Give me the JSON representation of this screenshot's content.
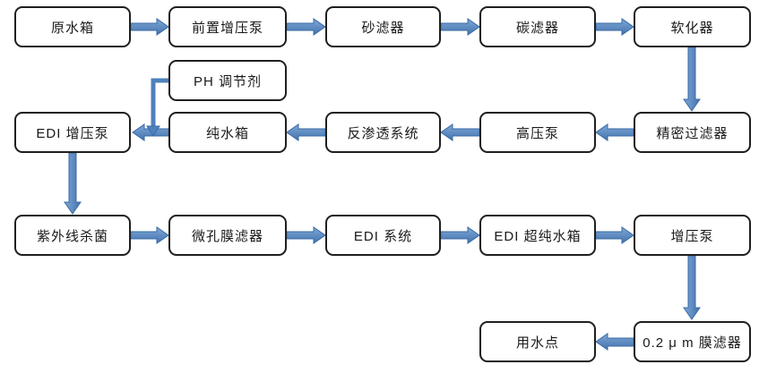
{
  "diagram": {
    "type": "flowchart",
    "background": "#ffffff",
    "colors": {
      "arrow_fill": "#4f81bd",
      "arrow_fill_light": "#7ea8d8",
      "arrow_stroke": "#3a6aa5",
      "box_border": "#1f1f1f",
      "box_fill": "#ffffff",
      "text": "#1a1a1a"
    },
    "nodes": [
      {
        "id": "raw-water-tank",
        "label": "原水箱"
      },
      {
        "id": "pre-booster-pump",
        "label": "前置增压泵"
      },
      {
        "id": "sand-filter",
        "label": "砂滤器"
      },
      {
        "id": "carbon-filter",
        "label": "碳滤器"
      },
      {
        "id": "softener",
        "label": "软化器"
      },
      {
        "id": "ph-adjuster",
        "label": "PH 调节剂"
      },
      {
        "id": "edi-booster-pump",
        "label": "EDI 增压泵"
      },
      {
        "id": "pure-water-tank",
        "label": "纯水箱"
      },
      {
        "id": "ro-system",
        "label": "反渗透系统"
      },
      {
        "id": "high-pressure-pump",
        "label": "高压泵"
      },
      {
        "id": "precision-filter",
        "label": "精密过滤器"
      },
      {
        "id": "uv-sterilizer",
        "label": "紫外线杀菌"
      },
      {
        "id": "microporous-membrane-filter",
        "label": "微孔膜滤器"
      },
      {
        "id": "edi-system",
        "label": "EDI 系统"
      },
      {
        "id": "edi-ultrapure-water-tank",
        "label": "EDI 超纯水箱"
      },
      {
        "id": "booster-pump",
        "label": "增压泵"
      },
      {
        "id": "point-of-use",
        "label": "用水点"
      },
      {
        "id": "membrane-filter-0-2um",
        "label": "0.2 μ m 膜滤器"
      }
    ],
    "edges": [
      {
        "from": "raw-water-tank",
        "to": "pre-booster-pump"
      },
      {
        "from": "pre-booster-pump",
        "to": "sand-filter"
      },
      {
        "from": "sand-filter",
        "to": "carbon-filter"
      },
      {
        "from": "carbon-filter",
        "to": "softener"
      },
      {
        "from": "softener",
        "to": "precision-filter"
      },
      {
        "from": "precision-filter",
        "to": "high-pressure-pump"
      },
      {
        "from": "high-pressure-pump",
        "to": "ro-system"
      },
      {
        "from": "ro-system",
        "to": "pure-water-tank"
      },
      {
        "from": "pure-water-tank",
        "to": "edi-booster-pump"
      },
      {
        "from": "ph-adjuster",
        "to": "edi-booster-pump"
      },
      {
        "from": "edi-booster-pump",
        "to": "uv-sterilizer"
      },
      {
        "from": "uv-sterilizer",
        "to": "microporous-membrane-filter"
      },
      {
        "from": "microporous-membrane-filter",
        "to": "edi-system"
      },
      {
        "from": "edi-system",
        "to": "edi-ultrapure-water-tank"
      },
      {
        "from": "edi-ultrapure-water-tank",
        "to": "booster-pump"
      },
      {
        "from": "booster-pump",
        "to": "membrane-filter-0-2um"
      },
      {
        "from": "membrane-filter-0-2um",
        "to": "point-of-use"
      }
    ]
  }
}
